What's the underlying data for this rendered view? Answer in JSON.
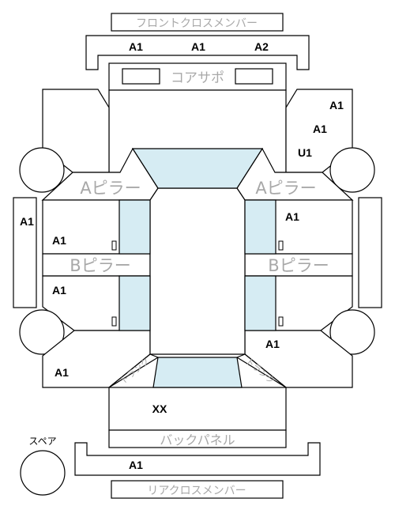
{
  "labels": {
    "front_cross_member": "フロントクロスメンバー",
    "core_support": "コアサポ",
    "a_pillar_left": "Aピラー",
    "a_pillar_right": "Aピラー",
    "b_pillar_left": "Bピラー",
    "b_pillar_right": "Bピラー",
    "back_panel": "バックパネル",
    "rear_cross_member": "リアクロスメンバー",
    "spare": "スペア",
    "trunk_left": "トランク",
    "trunk_right": "トランク"
  },
  "grades": {
    "front_cross_left": "A1",
    "front_cross_center": "A1",
    "front_cross_right": "A2",
    "front_right_fender_upper": "A1",
    "front_right_fender_middle": "A1",
    "front_right_fender_lower": "U1",
    "left_side_step": "A1",
    "front_left_door": "A1",
    "front_right_door": "A1",
    "rear_left_door": "A1",
    "rear_right_quarter": "A1",
    "rear_left_quarter": "A1",
    "trunk": "XX",
    "rear_cross_member": "A1"
  },
  "colors": {
    "glass": "#d6ecf3",
    "outline": "#000000",
    "label_gray": "#a8a8a8"
  }
}
